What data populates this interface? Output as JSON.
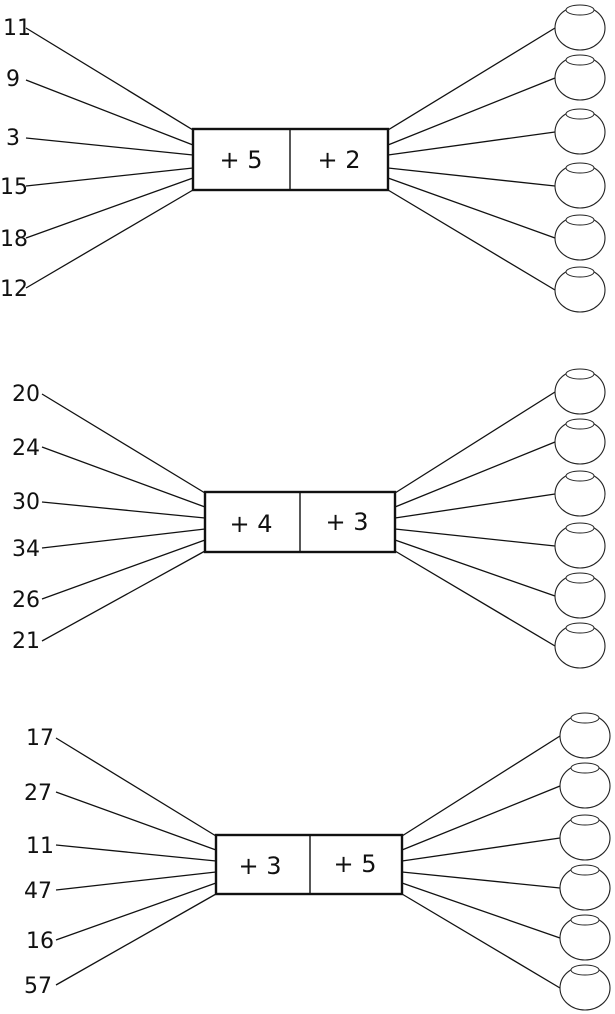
{
  "exercises": [
    {
      "ops": [
        "+ 5",
        "+ 2"
      ],
      "inputs": [
        "11",
        "9",
        "3",
        "15",
        "18",
        "12"
      ]
    },
    {
      "ops": [
        "+ 4",
        "+ 3"
      ],
      "inputs": [
        "20",
        "24",
        "30",
        "34",
        "26",
        "21"
      ]
    },
    {
      "ops": [
        "+ 3",
        "+ 5"
      ],
      "inputs": [
        "17",
        "27",
        "11",
        "47",
        "16",
        "57"
      ]
    }
  ],
  "answer_jars_per_row": 6
}
